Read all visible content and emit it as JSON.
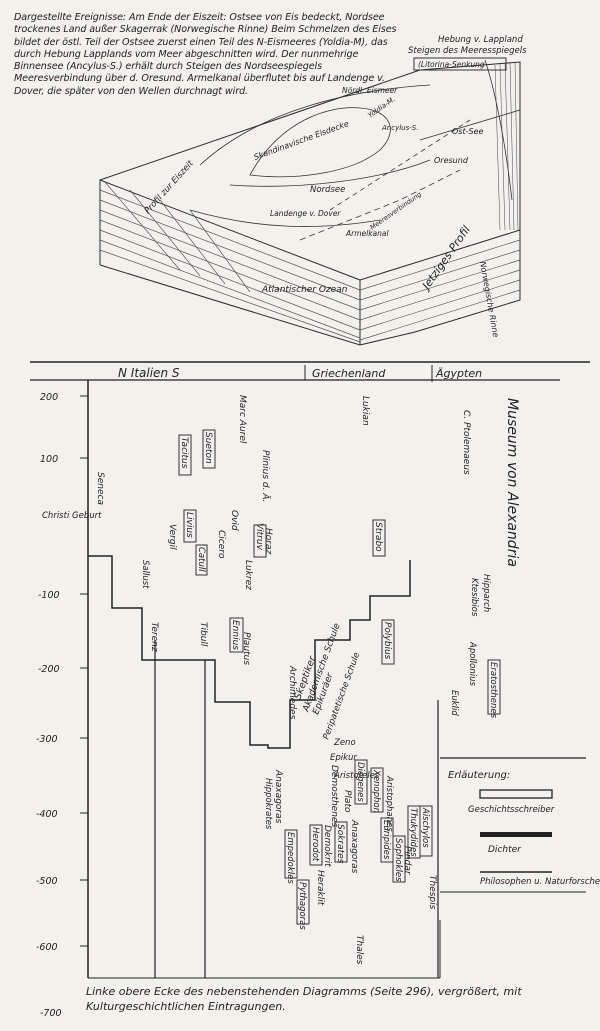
{
  "top_caption": "Dargestellte Ereignisse: Am Ende der Eiszeit: Ostsee von Eis bedeckt, Nordsee trockenes Land außer Skagerrak (Norwegische Rinne) Beim Schmelzen des Eises bildet der östl. Teil der Ostsee zuerst einen Teil des N-Eismeeres (Yoldia-M), das durch Hebung Lapplands vom Meer abgeschnitten wird. Der nunmehrige Binnensee (Ancylus-S.) erhält durch Steigen des Nordseespiegels Meeresverbindung über d. Oresund. Armelkanal überflutet bis auf Landenge v. Dover, die später von den Wellen durchnagt wird.",
  "block_labels": {
    "hebung": "Hebung v. Lappland",
    "steigen": "Steigen des Meeresspiegels",
    "litorina": "(Litorina-Senkung",
    "eismeer": "Nördl. Eismeer",
    "yoldia": "Yoldia-M.",
    "ancylus": "Ancylus-S.",
    "ostsee": "Ost-See",
    "oresund": "Oresund",
    "eisdecke": "Skandinavische Eisdecke",
    "profil_eiszeit": "Profil zur Eiszeit",
    "nordsee": "Nordsee",
    "landenge": "Landenge v. Dover",
    "meeres": "Meeresverbindung",
    "armelkanal": "Armelkanal",
    "jetziges": "Jetziges Profil",
    "ozean": "Atlantischer Ozean",
    "rinne": "Norwegische Rinne"
  },
  "chart_header": {
    "italien": "N    Italien    S",
    "griechenland": "Griechenland",
    "agypten": "Ägypten"
  },
  "y_axis": {
    "ticks": [
      "200",
      "100",
      "-100",
      "-200",
      "-300",
      "-400",
      "-500",
      "-600",
      "-700"
    ],
    "christi_geburt": "Christi Geburt"
  },
  "entries": {
    "lukian": "Lukian",
    "mark_aurel": "Marc Aurel",
    "sueton": "Sueton",
    "tacitus": "Tacitus",
    "plinius": "Plinius d. Ä.",
    "seneca": "Seneca",
    "livius": "Livius",
    "vergil": "Vergil",
    "catull": "Catull",
    "ovid": "Ovid",
    "vitruv": "Vitruv",
    "horaz": "Horaz",
    "sallust": "Sallust",
    "cicero": "Cicero",
    "lukrez": "Lukrez",
    "terenz": "Terenz",
    "tibull": "Tibull",
    "ennius": "Ennius",
    "plautus": "Plautus",
    "strabo": "Strabo",
    "polybius": "Polybius",
    "skeptiker": "Skeptiker",
    "akademische": "Akademische Schule",
    "epikuraer": "Epikuräer",
    "peripatetische": "Peripatetische Schule",
    "archimedes": "Archimedes",
    "zeno": "Zeno",
    "epikur": "Epikur",
    "aristoteles": "Aristoteles",
    "demosthenes": "Demosthenes",
    "diogenes": "Diogenes",
    "plato": "Plato",
    "sokrates": "Sokrates",
    "demokrit": "Demokrit",
    "anaxagoras": "Anaxagoras",
    "xenophon": "Xenophon",
    "aristophanes": "Aristophanes",
    "euripides": "Euripides",
    "sophokles": "Sophokles",
    "thukydides": "Thukydides",
    "herodot": "Herodot",
    "aischylos": "Aischylos",
    "pindar": "Pindar",
    "thespis": "Thespis",
    "anaxagoras_2": "Anaxagoras",
    "empedokles": "Empedokles",
    "hippokrates": "Hippokrates",
    "heraklit": "Heraklit",
    "pythagoras": "Pythagoras",
    "thales": "Thales",
    "ptolemaeus": "C. Ptolemaeus",
    "museum": "Museum von Alexandria",
    "hipparch": "Hipparch",
    "ktesibios": "Ktesibios",
    "apollonius": "Apollonius",
    "eratosthenes": "Eratosthenes",
    "euklid": "Euklid"
  },
  "legend": {
    "title": "Erläuterung:",
    "historians": "Geschichtsschreiber",
    "poets": "Dichter",
    "philosophers": "Philosophen u. Naturforscher"
  },
  "bottom_caption": "Linke obere Ecke des nebenstehenden Diagramms (Seite 296), vergrößert, mit Kulturgeschichtlichen Eintragungen."
}
